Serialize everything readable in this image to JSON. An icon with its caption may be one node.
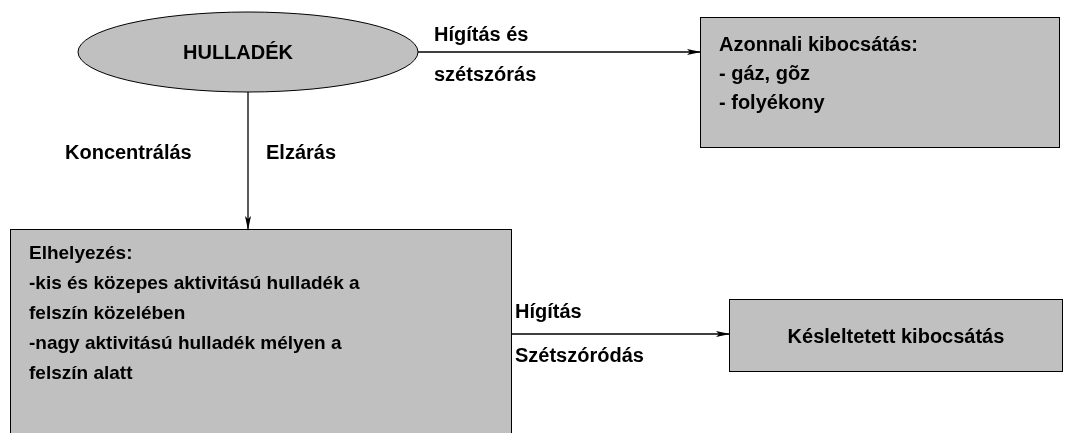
{
  "diagram": {
    "nodes": [
      {
        "text": [
          "HULLADÉK"
        ]
      },
      {
        "text": [
          "Azonnali kibocsátás:",
          "- gáz, gõz",
          "- folyékony"
        ]
      },
      {
        "text": [
          "Elhelyezés:",
          "-kis és közepes aktivitású hulladék a felszín közelében",
          "-nagy aktivitású hulladék mélyen a felszín alatt"
        ]
      },
      {
        "text": [
          "Késleltetett kibocsátás"
        ]
      }
    ],
    "edges": [
      {
        "from": 0,
        "to": 1,
        "arrow": "to",
        "label": "Hígítás és szétszórás"
      },
      {
        "from": 0,
        "to": 2,
        "arrow": "to"
      },
      {
        "from": 2,
        "to": 3,
        "arrow": "to"
      }
    ],
    "labels": [
      "Koncentrálás",
      "Elzárás",
      "Hígítás",
      "Szétszóródás"
    ]
  }
}
